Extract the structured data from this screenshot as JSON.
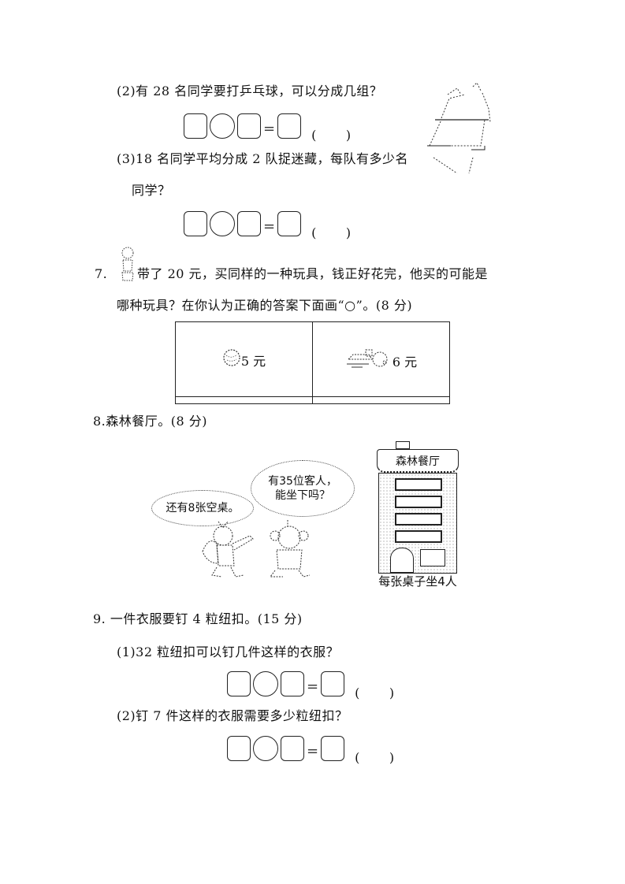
{
  "q6": {
    "sub2": {
      "text": "(2)有 28 名同学要打乒乓球，可以分成几组？",
      "equals": "=",
      "paren_open": "(",
      "paren_close": ")"
    },
    "sub3": {
      "text_line1": "(3)18 名同学平均分成 2 队捉迷藏，每队有多少名",
      "text_line2": "同学？",
      "equals": "=",
      "paren_open": "(",
      "paren_close": ")"
    },
    "illustration": "ping-pong-table-icon"
  },
  "q7": {
    "number": "7.",
    "icon": "child-figure-icon",
    "line1": "带了 20 元，买同样的一种玩具，钱正好花完，他买的可能是",
    "line2": "哪种玩具？在你认为正确的答案下面画“○”。(8 分)",
    "table": {
      "headers": [
        {
          "icon": "ball-icon",
          "price": "5 元"
        },
        {
          "icon": "toy-car-icon",
          "price": "6 元"
        }
      ],
      "answers": [
        "",
        ""
      ]
    }
  },
  "q8": {
    "title": "8.森林餐厅。(8 分)",
    "bubble_left": "还有8张空桌。",
    "bubble_right_line1": "有35位客人，",
    "bubble_right_line2": "能坐下吗？",
    "restaurant_sign": "森林餐厅",
    "caption": "每张桌子坐4人"
  },
  "q9": {
    "title": "9.  一件衣服要钉 4 粒纽扣。(15 分)",
    "sub1": {
      "text": "(1)32 粒纽扣可以钉几件这样的衣服？",
      "equals": "=",
      "paren_open": "(",
      "paren_close": ")"
    },
    "sub2": {
      "text": "(2)钉 7 件这样的衣服需要多少粒纽扣？",
      "equals": "=",
      "paren_open": "(",
      "paren_close": ")"
    }
  }
}
